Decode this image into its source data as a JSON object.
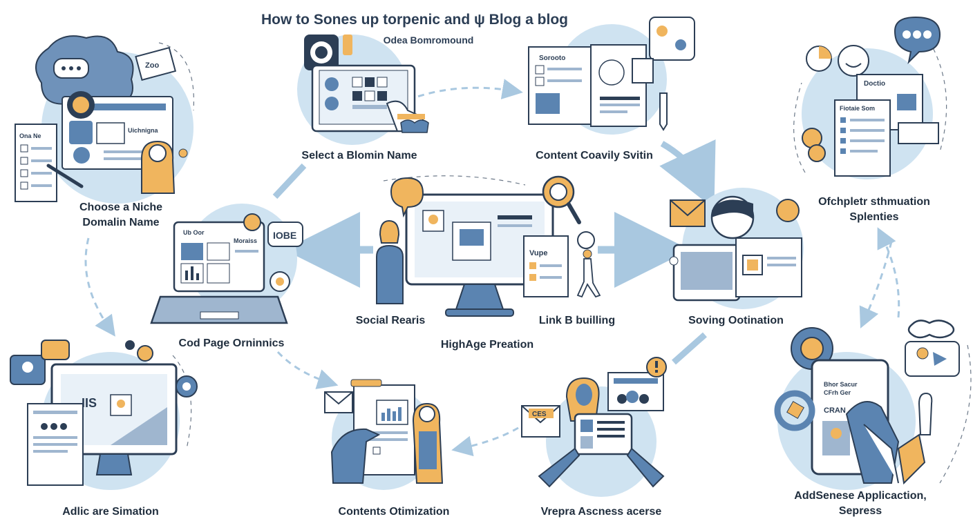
{
  "diagram": {
    "title": "How to Sones up torpenic and ψ Blog a blog",
    "subtitle": "Odea Bomromound",
    "colors": {
      "circle": "#cfe3f1",
      "accent_blue": "#5b84b1",
      "dark": "#2c3e55",
      "orange": "#f0b55e",
      "arrow": "#a9c8e0"
    },
    "nodes": [
      {
        "id": "choose-niche",
        "label_lines": [
          "Choose a Niche",
          "Domalin Name"
        ]
      },
      {
        "id": "select-domain",
        "label_lines": [
          "Select a Blomin Name"
        ]
      },
      {
        "id": "content-creation",
        "label_lines": [
          "Content Coavily Svitin"
        ]
      },
      {
        "id": "ofchplet",
        "label_lines": [
          "Ofchpletr sthmuation",
          "Splenties"
        ]
      },
      {
        "id": "cod-page",
        "label_lines": [
          "Cod Page Orninnics"
        ]
      },
      {
        "id": "social",
        "label_lines": [
          "Social Rearis"
        ]
      },
      {
        "id": "link-building",
        "label_lines": [
          "Link B builling"
        ]
      },
      {
        "id": "high-age",
        "label_lines": [
          "HighAge Preation"
        ]
      },
      {
        "id": "soving",
        "label_lines": [
          "Soving Ootination"
        ]
      },
      {
        "id": "adlic",
        "label_lines": [
          "Adlic are Simation"
        ]
      },
      {
        "id": "contents-optimization",
        "label_lines": [
          "Contents Otimization"
        ]
      },
      {
        "id": "vreprar",
        "label_lines": [
          "Vrepra Ascness acerse"
        ]
      },
      {
        "id": "adsense",
        "label_lines": [
          "AddSenese Applicaction,",
          "Sepress"
        ]
      }
    ],
    "icon_texts": {
      "niche_screen": "Uichnigna",
      "niche_list": "Ona Ne",
      "niche_note": "Zoo",
      "doc_header": "Sorooto",
      "ofch_header": "Doctio",
      "ofch_doc": "Fiotaie Som",
      "laptop_left": "Ub Oor",
      "laptop_right": "Moraiss",
      "bubble_text": "IOBE",
      "center_panel": "Vupe",
      "adlic_badge": "IIS",
      "vrep_envelope": "CES",
      "adsense_tablet_1": "Bhor Sacur",
      "adsense_tablet_2": "CFrh Ger",
      "adsense_tablet_3": "CRAN"
    }
  }
}
